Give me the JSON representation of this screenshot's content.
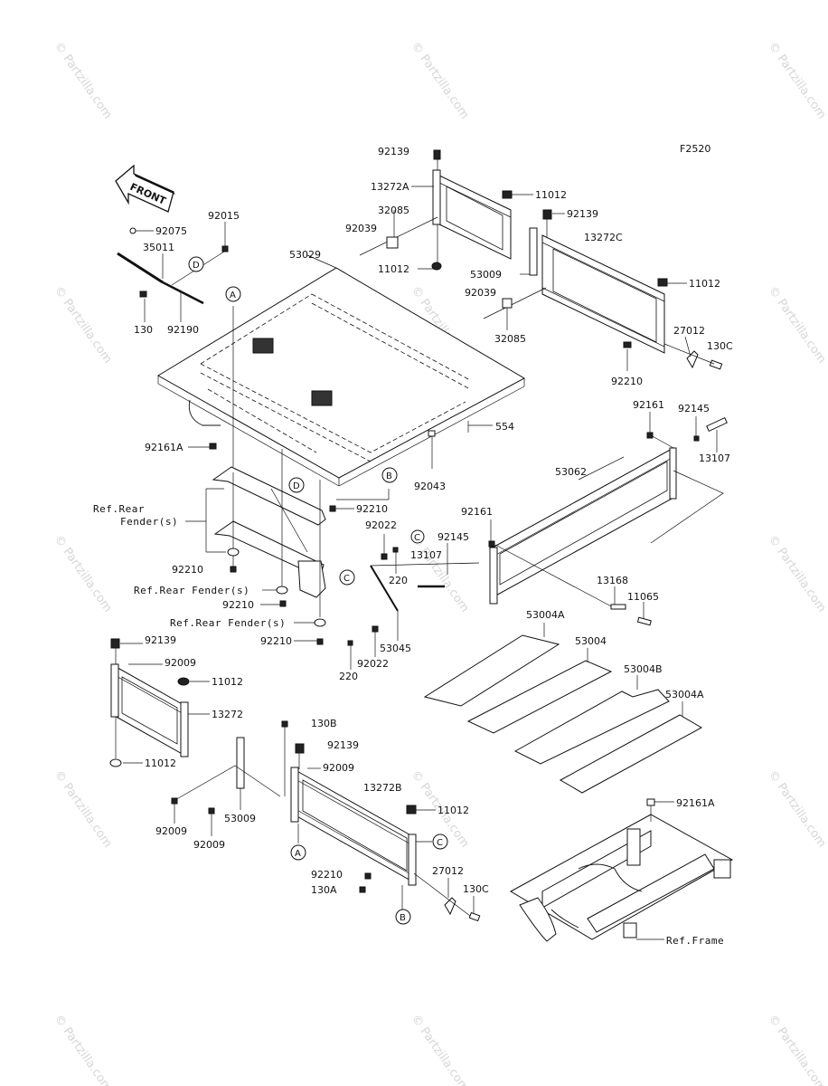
{
  "figure_code": "F2520",
  "front_arrow": "FRONT",
  "watermarks": [
    "© Partzilla.com",
    "© Partzilla.com",
    "© Partzilla.com",
    "© Partzilla.com",
    "© Partzilla.com",
    "© Partzilla.com",
    "© Partzilla.com",
    "© Partzilla.com",
    "© Partzilla.com",
    "© Partzilla.com",
    "© Partzilla.com",
    "© Partzilla.com",
    "© Partzilla.com",
    "© Partzilla.com",
    "© Partzilla.com"
  ],
  "part_labels": {
    "p92139_a": "92139",
    "p13272a": "13272A",
    "p11012_a": "11012",
    "p32085_a": "32085",
    "p92039_a": "92039",
    "p11012_b": "11012",
    "p53009_a": "53009",
    "p92139_b": "92139",
    "p13272c": "13272C",
    "p11012_c": "11012",
    "p92039_b": "92039",
    "p32085_b": "32085",
    "p27012_a": "27012",
    "p130c_a": "130C",
    "p92210_a": "92210",
    "p92075": "92075",
    "p92015": "92015",
    "p35011": "35011",
    "p130": "130",
    "p92190": "92190",
    "p53029": "53029",
    "p92161a_a": "92161A",
    "p554": "554",
    "p92043": "92043",
    "p92210_b": "92210",
    "p92161_a": "92161",
    "p92145_a": "92145",
    "p13107_a": "13107",
    "p53062": "53062",
    "p92161_b": "92161",
    "p92022_a": "92022",
    "p220_a": "220",
    "p13107_b": "13107",
    "p92145_b": "92145",
    "p13168": "13168",
    "p11065": "11065",
    "p92210_c": "92210",
    "p92210_d": "92210",
    "p92210_e": "92210",
    "p53045": "53045",
    "p220_b": "220",
    "p92022_b": "92022",
    "p53004a_a": "53004A",
    "p53004": "53004",
    "p53004b": "53004B",
    "p53004a_b": "53004A",
    "p92139_c": "92139",
    "p92009_a": "92009",
    "p11012_d": "11012",
    "p13272": "13272",
    "p11012_e": "11012",
    "p92009_b": "92009",
    "p53009_b": "53009",
    "p92009_c": "92009",
    "p130b": "130B",
    "p92139_d": "92139",
    "p92009_d": "92009",
    "p13272b": "13272B",
    "p11012_f": "11012",
    "p92210_f": "92210",
    "p130a": "130A",
    "p27012_b": "27012",
    "p130c_b": "130C",
    "p92161a_b": "92161A"
  },
  "ref_labels": {
    "rear_fender_1a": "Ref.Rear",
    "rear_fender_1b": "Fender(s)",
    "rear_fender_2": "Ref.Rear Fender(s)",
    "rear_fender_3": "Ref.Rear Fender(s)",
    "frame": "Ref.Frame"
  },
  "callouts": {
    "a_top": "A",
    "a_bottom": "A",
    "b_top": "B",
    "b_bottom": "B",
    "c_left": "C",
    "c_right": "C",
    "c_mid": "C",
    "d_top": "D",
    "d_mid": "D"
  }
}
